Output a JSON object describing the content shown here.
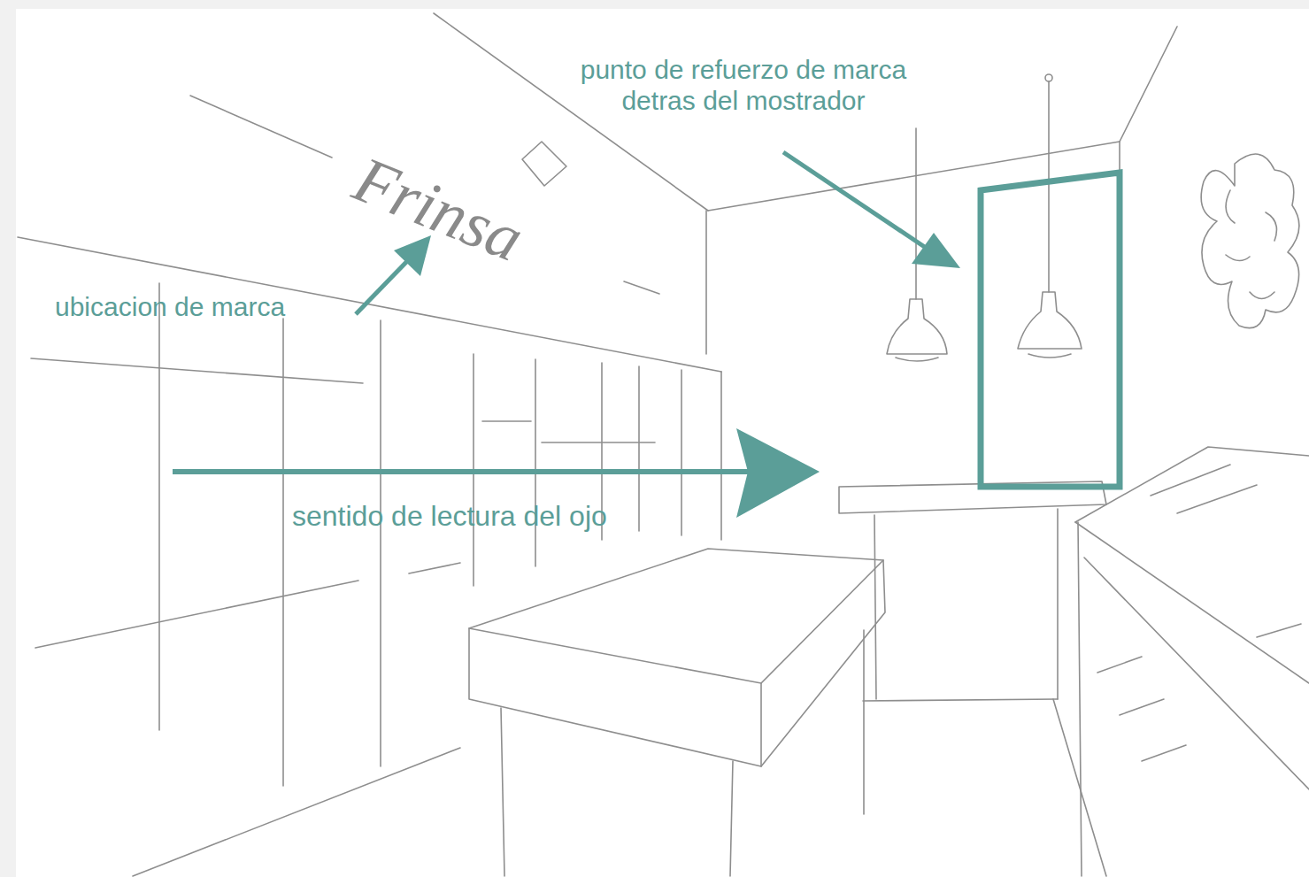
{
  "diagram": {
    "labels": [
      "punto de refuerzo de marca detras del mostrador",
      "ubicacion de marca",
      "sentido de lectura del ojo",
      "Frinsa"
    ]
  }
}
